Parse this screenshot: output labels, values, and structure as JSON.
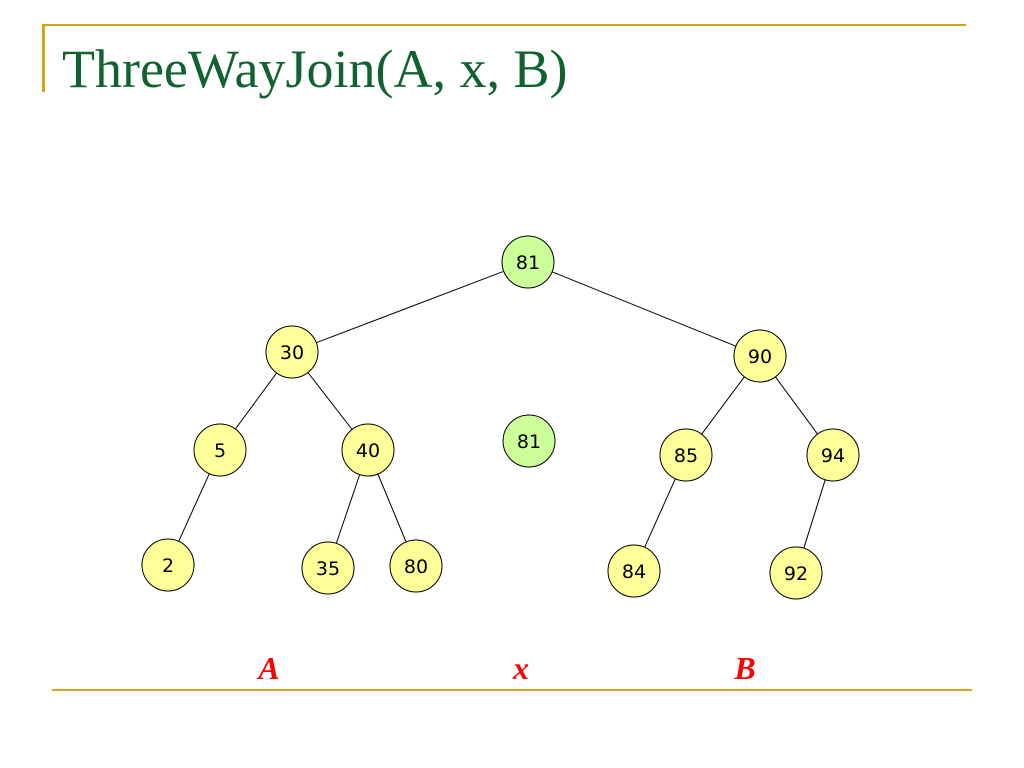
{
  "title": "ThreeWayJoin(A, x, B)",
  "colors": {
    "title": "#10632e",
    "accent_rule": "#d9a21b",
    "node_fill": "#ffff99",
    "pivot_fill": "#ccff99",
    "part_label": "#ff0000"
  },
  "tree": {
    "nodes": [
      {
        "id": "root-81",
        "label": "81",
        "kind": "pivot"
      },
      {
        "id": "a-30",
        "label": "30",
        "kind": "normal"
      },
      {
        "id": "b-90",
        "label": "90",
        "kind": "normal"
      },
      {
        "id": "a-5",
        "label": "5",
        "kind": "normal"
      },
      {
        "id": "a-40",
        "label": "40",
        "kind": "normal"
      },
      {
        "id": "x-81",
        "label": "81",
        "kind": "pivot"
      },
      {
        "id": "b-85",
        "label": "85",
        "kind": "normal"
      },
      {
        "id": "b-94",
        "label": "94",
        "kind": "normal"
      },
      {
        "id": "a-2",
        "label": "2",
        "kind": "normal"
      },
      {
        "id": "a-35",
        "label": "35",
        "kind": "normal"
      },
      {
        "id": "a-80",
        "label": "80",
        "kind": "normal"
      },
      {
        "id": "b-84",
        "label": "84",
        "kind": "normal"
      },
      {
        "id": "b-92",
        "label": "92",
        "kind": "normal"
      }
    ],
    "edges": [
      {
        "from": "root-81",
        "to": "a-30"
      },
      {
        "from": "root-81",
        "to": "b-90"
      },
      {
        "from": "a-30",
        "to": "a-5"
      },
      {
        "from": "a-30",
        "to": "a-40"
      },
      {
        "from": "a-5",
        "to": "a-2"
      },
      {
        "from": "a-40",
        "to": "a-35"
      },
      {
        "from": "a-40",
        "to": "a-80"
      },
      {
        "from": "b-90",
        "to": "b-85"
      },
      {
        "from": "b-90",
        "to": "b-94"
      },
      {
        "from": "b-85",
        "to": "b-84"
      },
      {
        "from": "b-94",
        "to": "b-92"
      }
    ]
  },
  "part_labels": {
    "a": "A",
    "x": "x",
    "b": "B"
  }
}
